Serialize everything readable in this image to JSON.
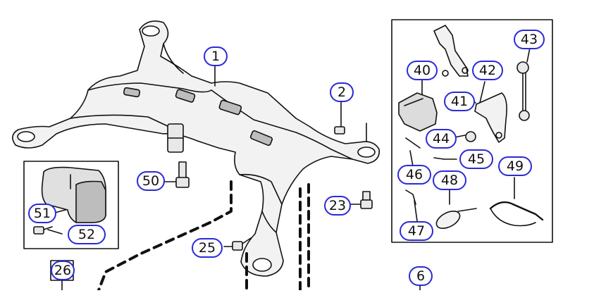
{
  "callouts": {
    "c1": "1",
    "c2": "2",
    "c6": "6",
    "c23": "23",
    "c25": "25",
    "c26": "26",
    "c40": "40",
    "c41": "41",
    "c42": "42",
    "c43": "43",
    "c44": "44",
    "c45": "45",
    "c46": "46",
    "c47": "47",
    "c48": "48",
    "c49": "49",
    "c50": "50",
    "c51": "51",
    "c52": "52"
  },
  "colors": {
    "callout_border": "#2a2ad8",
    "line": "#111111",
    "part_fill": "#f2f2f2",
    "part_shade": "#bdbdbd"
  }
}
